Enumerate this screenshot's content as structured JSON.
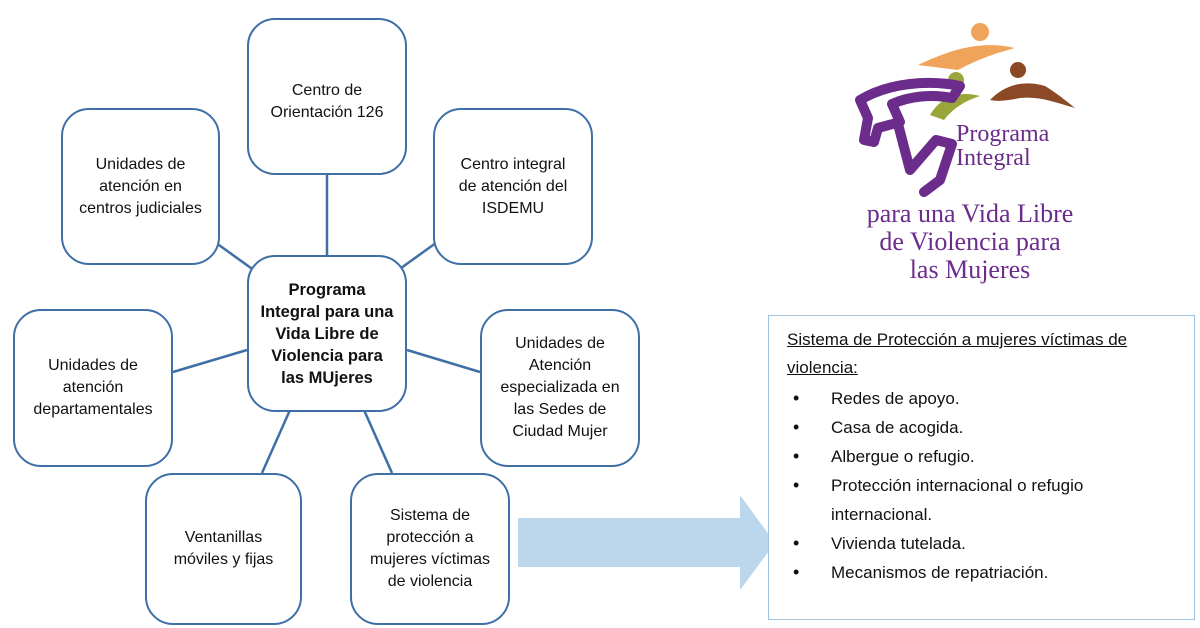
{
  "diagram": {
    "center": "Programa\nIntegral para una\nVida Libre de\nViolencia para\nlas MUjeres",
    "nodes": {
      "top": "Centro de\nOrientación 126",
      "upper_left": "Unidades de\natención en\ncentros judiciales",
      "upper_right": "Centro integral\nde atención del\nISDEMU",
      "mid_left": "Unidades de\natención\ndepartamentales",
      "mid_right": "Unidades de\nAtención\nespecializada en\nlas Sedes de\nCiudad Mujer",
      "bottom_left": "Ventanillas\nmóviles y fijas",
      "bottom_right": "Sistema de\nprotección a\nmujeres víctimas\nde violencia"
    }
  },
  "logo": {
    "title_line1": "Programa",
    "title_line2": "Integral",
    "subtitle_line1": "para una Vida Libre",
    "subtitle_line2": "de Violencia para",
    "subtitle_line3": "las Mujeres",
    "colors": {
      "purple": "#6b2c8c",
      "orange": "#f0a35a",
      "green": "#9aa63a",
      "brown": "#8b4a25"
    }
  },
  "protection_system": {
    "title": "Sistema de Protección a mujeres víctimas de violencia:",
    "items": [
      "Redes de apoyo.",
      "Casa de acogida.",
      "Albergue o refugio.",
      "Protección internacional o refugio internacional.",
      "Vivienda tutelada.",
      "Mecanismos de repatriación."
    ]
  },
  "colors": {
    "node_border": "#3f6fa6",
    "connector": "#3f6fa6",
    "arrow": "#bcd6ec",
    "box_border": "#9ec3e0"
  }
}
